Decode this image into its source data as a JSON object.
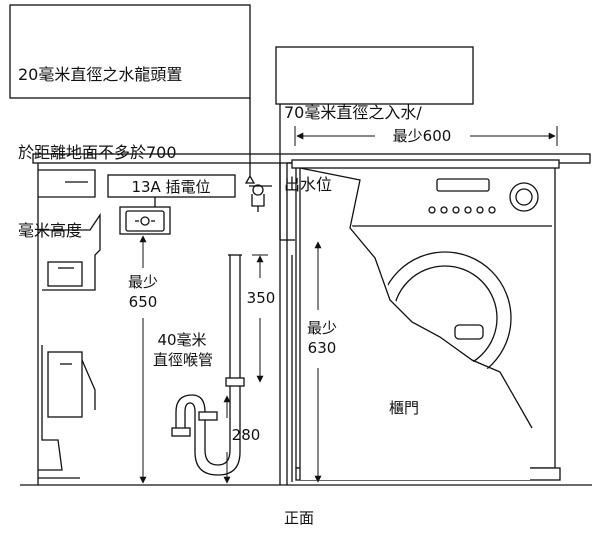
{
  "callouts": {
    "tap": {
      "line1": "20毫米直徑之水龍頭置",
      "line2": "於距離地面不多於700",
      "line3": "毫米高度"
    },
    "inlet_outlet": {
      "line1": "70毫米直徑之入水/",
      "line2": "出水位"
    }
  },
  "labels": {
    "min_width": "最少600",
    "socket": "13A 插電位",
    "min_650_a": "最少",
    "min_650_b": "650",
    "dim_350": "350",
    "pipe_a": "40毫米",
    "pipe_b": "直徑喉管",
    "dim_280": "280",
    "min_630_a": "最少",
    "min_630_b": "630",
    "door": "櫃門",
    "front": "正面"
  }
}
